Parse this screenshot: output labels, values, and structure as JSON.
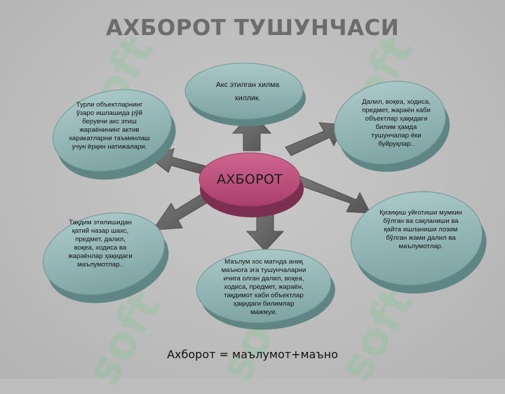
{
  "slide": {
    "title": "АХБОРОТ ТУШУНЧАСИ",
    "center_label": "АХБОРОТ",
    "formula": "Ахборот = маълумот+маъно"
  },
  "nodes": [
    {
      "id": "top",
      "lines": [
        "Акс этилган хилма",
        "хиллик."
      ]
    },
    {
      "id": "top-right",
      "lines": [
        "Далил, воқеа, ходиса,",
        "предмет, жараён каби",
        "объектлар ҳақидаги",
        "билим ҳамда",
        "тушунчалар ёки",
        "буйруқлар.."
      ]
    },
    {
      "id": "right",
      "lines": [
        "Қизиқиш уйғотиши мумкин",
        "бўлган ва сақланиши ва",
        "қайта ишланиши лозим",
        "бўлган жами далил ва",
        "маълумотлар."
      ]
    },
    {
      "id": "bottom",
      "lines": [
        "Маълум хос матнда аниқ",
        "маънога эга тушунчаларни",
        "ичига олган далил, воқеа,",
        "ходиса, предмет, жараён,",
        "тақдимот каби объектлар",
        "ҳақидаги билимлар",
        "мажмуи."
      ]
    },
    {
      "id": "bottom-left",
      "lines": [
        "Тақдим этилишидан",
        "қатий назар шахс,",
        "предмет, далил,",
        "воқеа, ходиса ва",
        "жараёнлар ҳақидаги",
        "маълумотлар.."
      ]
    },
    {
      "id": "top-left",
      "lines": [
        "Турли объектларнинг",
        "ўзаро ишлашида рўй",
        "берувчи акс этиш",
        "жараёнининг актив",
        "харакатларни таъминлаш",
        "учун ёрқин натижалари."
      ]
    }
  ],
  "colors": {
    "background": "#bdbdbd",
    "title": "#6c6c6c",
    "bubble": "#8fb3b3",
    "bubble_side": "#5f8585",
    "center": "#b94f78",
    "center_side": "#7d2f4f",
    "arrow": "#6d6d6d"
  },
  "watermark_text": "soft"
}
